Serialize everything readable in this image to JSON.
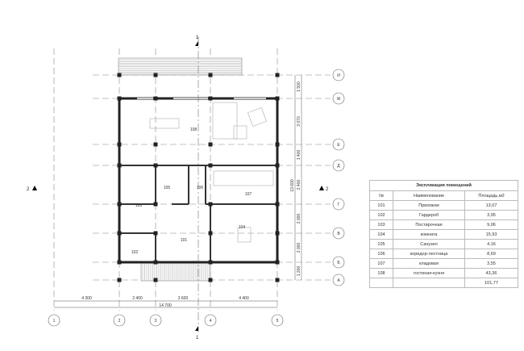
{
  "plan": {
    "col_axes": [
      "1",
      "2",
      "3",
      "4",
      "5"
    ],
    "row_axes": [
      "И",
      "Ж",
      "Е",
      "Д",
      "Г",
      "В",
      "Б",
      "А"
    ],
    "dims_horizontal": [
      "4 300",
      "2 400",
      "3 600",
      "4 400"
    ],
    "dim_total_horizontal": "14 700",
    "dims_vertical": [
      "1 500",
      "3 070",
      "1 400",
      "2 400",
      "2 000",
      "2 000",
      "1 200"
    ],
    "dim_total_vertical": "13 600",
    "section_marks": {
      "top": "1",
      "bottom": "1",
      "left": "2",
      "right": "2"
    },
    "rooms": [
      "101",
      "102",
      "103",
      "104",
      "105",
      "106",
      "107",
      "108"
    ]
  },
  "table": {
    "title": "Экспликация помещений",
    "headers": [
      "№",
      "Наименование",
      "Площадь,м2"
    ],
    "rows": [
      [
        "101",
        "Прихожая",
        "13,07"
      ],
      [
        "102",
        "Гардероб",
        "3,95"
      ],
      [
        "103",
        "Постирочная",
        "9,06"
      ],
      [
        "104",
        "комната",
        "15,93"
      ],
      [
        "105",
        "Санузел",
        "4,16"
      ],
      [
        "106",
        "коридор-лестница",
        "8,69"
      ],
      [
        "107",
        "кладовая",
        "3,55"
      ],
      [
        "108",
        "гостиная-кухня",
        "43,36"
      ]
    ],
    "total": "101,77"
  }
}
